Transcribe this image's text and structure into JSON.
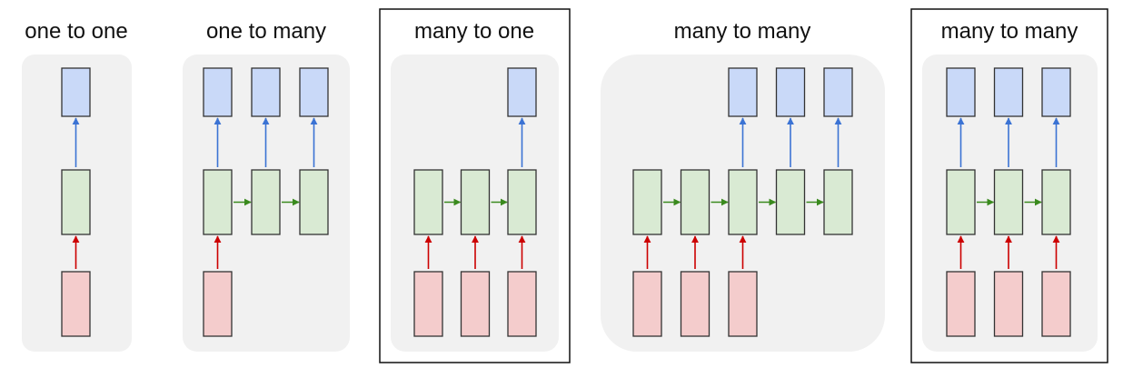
{
  "colors": {
    "output_fill": "#c9d9f8",
    "hidden_fill": "#d9ead3",
    "input_fill": "#f4cccc",
    "output_arrow": "#3b73d4",
    "recurrent_arrow": "#3a8a1e",
    "input_arrow": "#cc0000",
    "panel": "#f1f1f1"
  },
  "diagrams": [
    {
      "title": "one to one",
      "highlighted": false,
      "steps": 1,
      "inputs": [
        true
      ],
      "outputs": [
        true
      ]
    },
    {
      "title": "one to many",
      "highlighted": false,
      "steps": 3,
      "inputs": [
        true,
        false,
        false
      ],
      "outputs": [
        true,
        true,
        true
      ]
    },
    {
      "title": "many to one",
      "highlighted": true,
      "steps": 3,
      "inputs": [
        true,
        true,
        true
      ],
      "outputs": [
        false,
        false,
        true
      ]
    },
    {
      "title": "many to many",
      "highlighted": false,
      "steps": 5,
      "inputs": [
        true,
        true,
        true,
        false,
        false
      ],
      "outputs": [
        false,
        false,
        true,
        true,
        true
      ]
    },
    {
      "title": "many to many",
      "highlighted": true,
      "steps": 3,
      "inputs": [
        true,
        true,
        true
      ],
      "outputs": [
        true,
        true,
        true
      ]
    }
  ]
}
